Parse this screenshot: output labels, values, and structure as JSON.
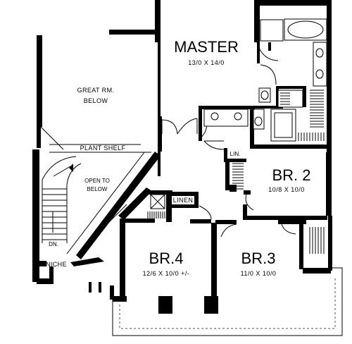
{
  "rooms": {
    "master": {
      "name": "MASTER",
      "dims": "13/0 X 14/0"
    },
    "great": {
      "name_line1": "GREAT RM.",
      "name_line2": "BELOW"
    },
    "br2": {
      "name": "BR. 2",
      "dims": "10/8 X 10/0"
    },
    "br3": {
      "name": "BR.3",
      "dims": "11/0 X 10/0"
    },
    "br4": {
      "name": "BR.4",
      "dims": "12/6 X 10/0 +/-"
    }
  },
  "labels": {
    "plant_shelf": "PLANT SHELF",
    "open_line1": "OPEN TO",
    "open_line2": "BELOW",
    "linen": "LINEN",
    "lin": "LIN.",
    "dn": "DN.",
    "niche": "NICHE"
  }
}
